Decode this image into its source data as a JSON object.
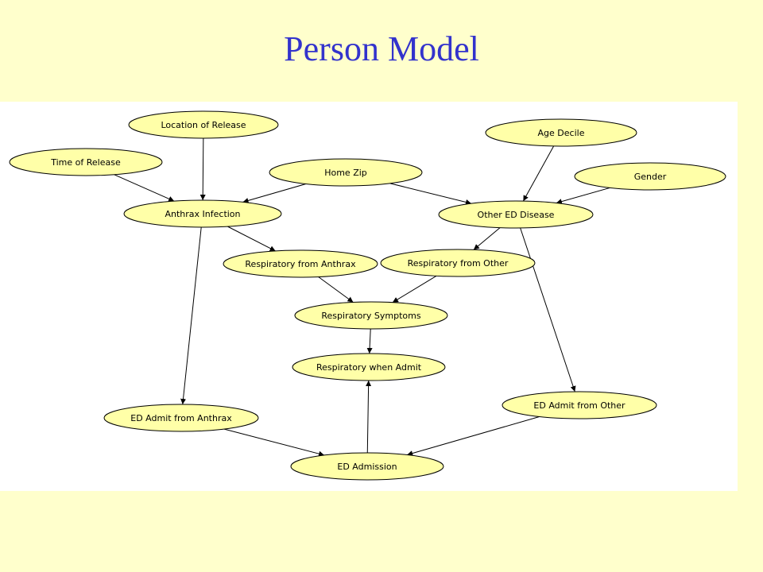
{
  "slide": {
    "title": "Person Model"
  },
  "diagram": {
    "nodes": [
      {
        "id": "location_of_release",
        "label": "Location of Release"
      },
      {
        "id": "time_of_release",
        "label": "Time of Release"
      },
      {
        "id": "home_zip",
        "label": "Home Zip"
      },
      {
        "id": "age_decile",
        "label": "Age Decile"
      },
      {
        "id": "gender",
        "label": "Gender"
      },
      {
        "id": "anthrax_infection",
        "label": "Anthrax Infection"
      },
      {
        "id": "other_ed_disease",
        "label": "Other ED Disease"
      },
      {
        "id": "respiratory_from_anthrax",
        "label": "Respiratory from Anthrax"
      },
      {
        "id": "respiratory_from_other",
        "label": "Respiratory from Other"
      },
      {
        "id": "respiratory_symptoms",
        "label": "Respiratory Symptoms"
      },
      {
        "id": "respiratory_when_admit",
        "label": "Respiratory when Admit"
      },
      {
        "id": "ed_admit_from_anthrax",
        "label": "ED Admit from Anthrax"
      },
      {
        "id": "ed_admit_from_other",
        "label": "ED Admit from Other"
      },
      {
        "id": "ed_admission",
        "label": "ED Admission"
      }
    ],
    "edges": [
      {
        "from": "location_of_release",
        "to": "anthrax_infection"
      },
      {
        "from": "time_of_release",
        "to": "anthrax_infection"
      },
      {
        "from": "home_zip",
        "to": "anthrax_infection"
      },
      {
        "from": "home_zip",
        "to": "other_ed_disease"
      },
      {
        "from": "age_decile",
        "to": "other_ed_disease"
      },
      {
        "from": "gender",
        "to": "other_ed_disease"
      },
      {
        "from": "anthrax_infection",
        "to": "respiratory_from_anthrax"
      },
      {
        "from": "anthrax_infection",
        "to": "ed_admit_from_anthrax"
      },
      {
        "from": "other_ed_disease",
        "to": "respiratory_from_other"
      },
      {
        "from": "other_ed_disease",
        "to": "ed_admit_from_other"
      },
      {
        "from": "respiratory_from_anthrax",
        "to": "respiratory_symptoms"
      },
      {
        "from": "respiratory_from_other",
        "to": "respiratory_symptoms"
      },
      {
        "from": "respiratory_symptoms",
        "to": "respiratory_when_admit"
      },
      {
        "from": "ed_admission",
        "to": "respiratory_when_admit"
      },
      {
        "from": "ed_admit_from_anthrax",
        "to": "ed_admission"
      },
      {
        "from": "ed_admit_from_other",
        "to": "ed_admission"
      }
    ]
  }
}
